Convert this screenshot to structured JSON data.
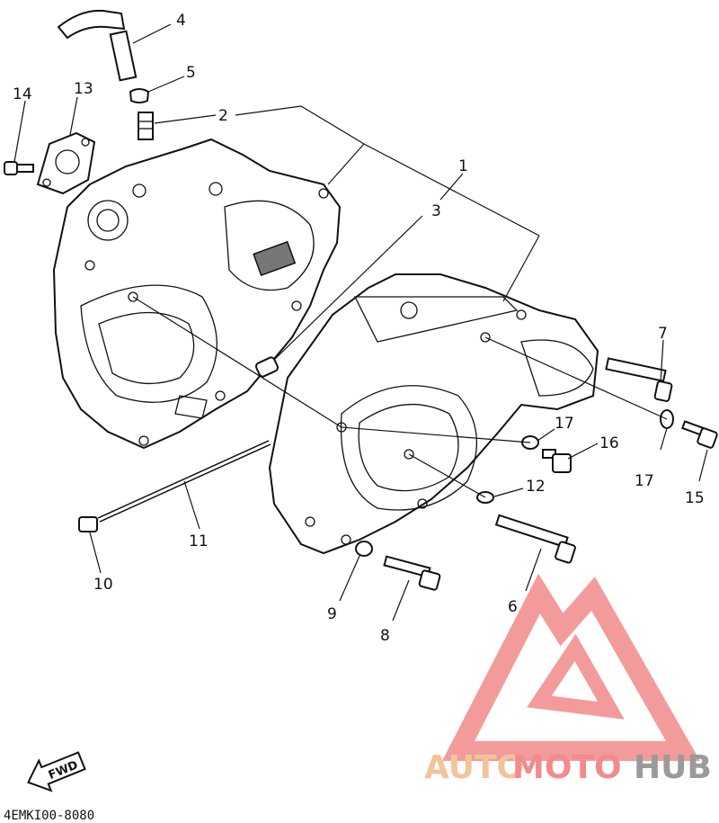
{
  "labels": {
    "l1": "1",
    "l2": "2",
    "l3": "3",
    "l4": "4",
    "l5": "5",
    "l6": "6",
    "l7": "7",
    "l8": "8",
    "l9": "9",
    "l10": "10",
    "l11": "11",
    "l12": "12",
    "l13": "13",
    "l14": "14",
    "l15": "15",
    "l16": "16",
    "l17a": "17",
    "l17b": "17"
  },
  "fwd": "FWD",
  "code": "4EMKI00-8080",
  "watermark": {
    "part1": "AUTO",
    "part2": "MOTO",
    "part3": "HUB",
    "color_auto": "#f2c49a",
    "color_moto": "#f28b8b",
    "color_hub": "#9a9a9a",
    "logo_color": "#f07a7a"
  }
}
